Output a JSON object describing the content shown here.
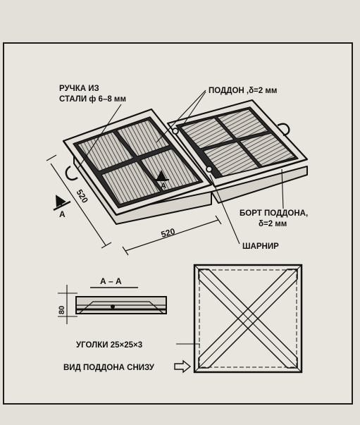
{
  "labels": {
    "handle_line1": "РУЧКА ИЗ",
    "handle_line2": "СТАЛИ ф 6–8 мм",
    "tray_top": "ПОДДОН ,δ=2 мм",
    "rim_line1": "БОРТ ПОДДОНА,",
    "rim_line2": "δ=2 мм",
    "hinge": "ШАРНИР",
    "dim_width": "520",
    "dim_depth": "520",
    "section_mark": "А",
    "section_mark_tray": "А",
    "section_title": "А – А",
    "section_height": "80",
    "angles": "УГОЛКИ 25×25×3",
    "bottom_view": "ВИД ПОДДОНА СНИЗУ"
  }
}
